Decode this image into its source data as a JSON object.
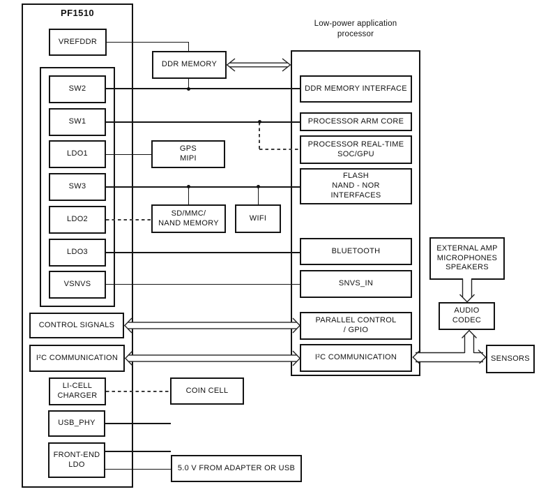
{
  "pmic": {
    "title": "PF1510",
    "blocks": {
      "vrefddr": "VREFDDR",
      "sw2": "SW2",
      "sw1": "SW1",
      "ldo1": "LDO1",
      "sw3": "SW3",
      "ldo2": "LDO2",
      "ldo3": "LDO3",
      "vsnvs": "VSNVS",
      "control_signals": "CONTROL SIGNALS",
      "i2c": "I²C COMMUNICATION",
      "li_cell_charger": "LI-CELL\nCHARGER",
      "usb_phy": "USB_PHY",
      "front_end_ldo": "FRONT-END\nLDO"
    }
  },
  "processor": {
    "title": "Low-power application\nprocessor",
    "blocks": {
      "ddr_interface": "DDR MEMORY INTERFACE",
      "arm_core": "PROCESSOR ARM CORE",
      "realtime_soc": "PROCESSOR REAL-TIME\nSOC/GPU",
      "flash": "FLASH\nNAND - NOR\nINTERFACES",
      "bluetooth": "BLUETOOTH",
      "snvs_in": "SNVS_IN",
      "parallel_gpio": "PARALLEL CONTROL\n/ GPIO",
      "i2c": "I²C COMMUNICATION"
    }
  },
  "peripherals": {
    "ddr_memory": "DDR MEMORY",
    "gps_mipi": "GPS\nMIPI",
    "sd_mmc_nand": "SD/MMC/\nNAND MEMORY",
    "wifi": "WIFI",
    "coin_cell": "COIN CELL",
    "adapter_5v": "5.0 V FROM ADAPTER OR USB",
    "external_amp": "EXTERNAL AMP\nMICROPHONES\nSPEAKERS",
    "audio_codec": "AUDIO\nCODEC",
    "sensors": "SENSORS"
  },
  "colors": {
    "line": "#151515",
    "background": "#ffffff"
  }
}
